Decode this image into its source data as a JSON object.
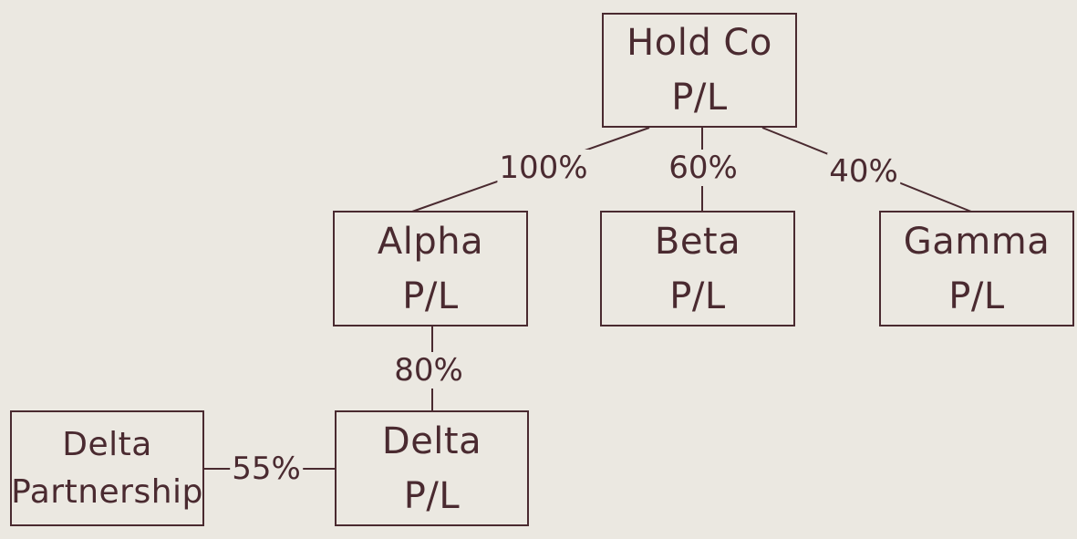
{
  "entities": {
    "holdco": {
      "name": "Hold Co",
      "sub": "P/L"
    },
    "alpha": {
      "name": "Alpha",
      "sub": "P/L"
    },
    "beta": {
      "name": "Beta",
      "sub": "P/L"
    },
    "gamma": {
      "name": "Gamma",
      "sub": "P/L"
    },
    "delta": {
      "name": "Delta",
      "sub": "P/L"
    },
    "partner": {
      "name": "Delta",
      "sub": "Partnership"
    }
  },
  "ownership": {
    "holdco_alpha": "100%",
    "holdco_beta": "60%",
    "holdco_gamma": "40%",
    "alpha_delta": "80%",
    "partner_delta": "55%"
  }
}
